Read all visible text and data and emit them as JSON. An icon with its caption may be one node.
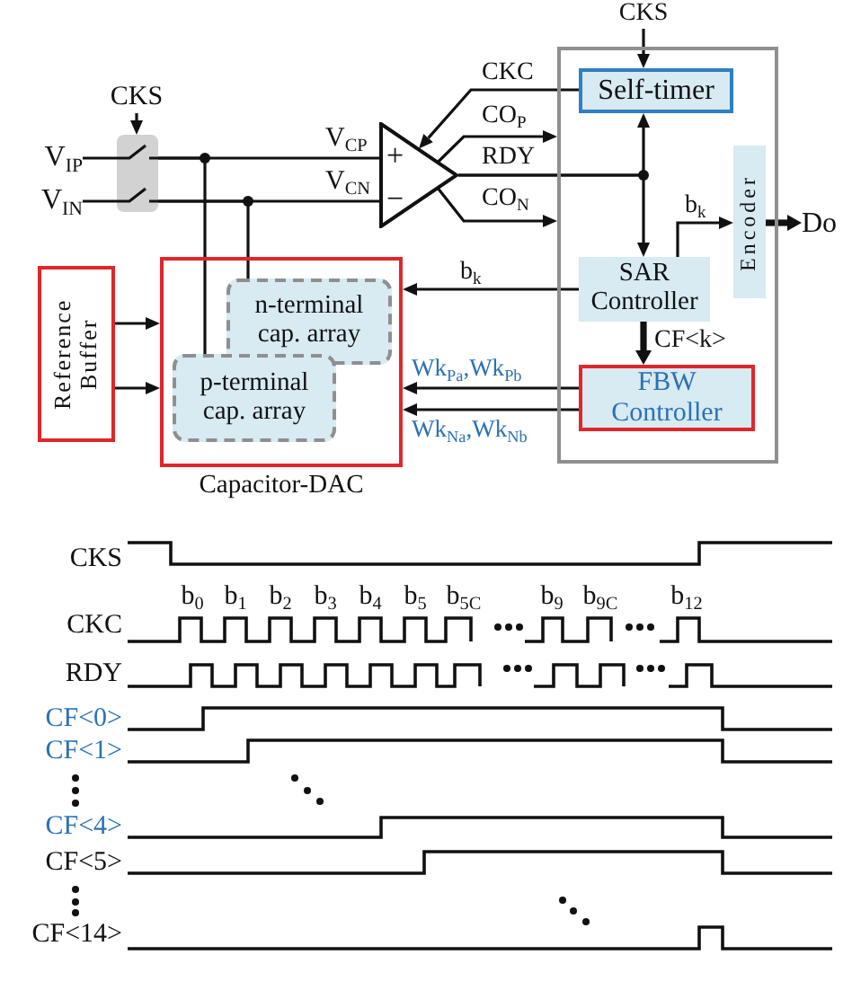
{
  "diagram": {
    "nodes": [
      {
        "text": [
          "CKS"
        ]
      },
      {
        "text": [],
        "shape": "box"
      },
      {
        "text": [
          "Self-timer"
        ],
        "in": 1
      },
      {
        "text": [
          "CKS"
        ]
      },
      {
        "text": [
          "V$_{IP}$"
        ]
      },
      {
        "text": [
          "V$_{IN}$"
        ]
      },
      {
        "text": [],
        "shape": "box"
      },
      {
        "text": [
          "+",
          "−"
        ]
      },
      {
        "text": [
          "Encoder"
        ],
        "in": 1
      },
      {
        "text": [
          "Do"
        ]
      },
      {
        "text": [
          "SAR Controller"
        ],
        "in": 1
      },
      {
        "text": [
          "Reference Buffer"
        ]
      },
      {
        "text": [
          "Capacitor-DAC"
        ]
      },
      {
        "text": [
          "n-terminal cap. array"
        ],
        "in": 12
      },
      {
        "text": [
          "p-terminal cap. array"
        ],
        "in": 12
      },
      {
        "text": [
          "FBW Controller"
        ],
        "in": 1
      }
    ],
    "edges": [
      {
        "from": 0,
        "to": 2,
        "arrow": "to"
      },
      {
        "from": 3,
        "to": 6,
        "arrow": "to"
      },
      {
        "from": 4,
        "to": 6,
        "arrow": "none"
      },
      {
        "from": 5,
        "to": 6,
        "arrow": "none"
      },
      {
        "from": 6,
        "to": 7,
        "arrow": "none",
        "label": "V$_{CP}$"
      },
      {
        "from": 6,
        "to": 7,
        "arrow": "none",
        "label": "V$_{CN}$"
      },
      {
        "from": 6,
        "to": 14,
        "arrow": "none"
      },
      {
        "from": 6,
        "to": 13,
        "arrow": "none"
      },
      {
        "from": 2,
        "to": 7,
        "arrow": "to",
        "label": "CKC"
      },
      {
        "from": 7,
        "to": 1,
        "arrow": "to",
        "label": "CO$_{P}$"
      },
      {
        "from": 7,
        "to": 2,
        "arrow": "to",
        "label": "RDY"
      },
      {
        "from": 7,
        "to": 10,
        "arrow": "to"
      },
      {
        "from": 7,
        "to": 1,
        "arrow": "to",
        "label": "CO$_{N}$"
      },
      {
        "from": 10,
        "to": 8,
        "arrow": "to",
        "label": "b$_{k}$"
      },
      {
        "from": 8,
        "to": 9,
        "arrow": "to",
        "style": "thick"
      },
      {
        "from": 10,
        "to": 12,
        "arrow": "to",
        "label": "b$_{k}$"
      },
      {
        "from": 10,
        "to": 15,
        "arrow": "to",
        "label": "CF<k>",
        "style": "thick"
      },
      {
        "from": 15,
        "to": 12,
        "arrow": "to",
        "label": "Wk$_{Pa}$,Wk$_{Pb}$"
      },
      {
        "from": 15,
        "to": 12,
        "arrow": "to",
        "label": "Wk$_{Na}$,Wk$_{Nb}$"
      },
      {
        "from": 11,
        "to": 12,
        "arrow": "to"
      },
      {
        "from": 11,
        "to": 12,
        "arrow": "to"
      }
    ],
    "labels": [
      "CKS",
      "b$_{0}$",
      "b$_{1}$",
      "b$_{2}$",
      "b$_{3}$",
      "b$_{4}$",
      "b$_{5}$",
      "b$_{5C}$",
      "b$_{9}$",
      "b$_{9C}$",
      "b$_{12}$",
      "CKC",
      "RDY",
      "CF<0>",
      "CF<1>",
      "CF<4>",
      "CF<5>",
      "CF<14>"
    ]
  }
}
